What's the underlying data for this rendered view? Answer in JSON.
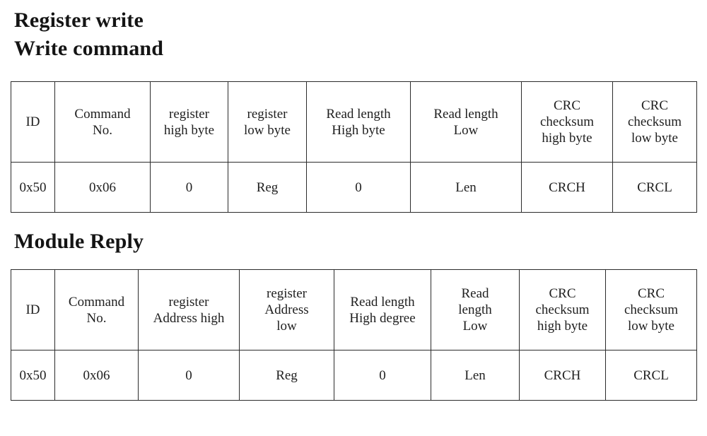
{
  "document": {
    "headings": {
      "register_write": "Register write",
      "write_command": "Write command",
      "module_reply": "Module Reply"
    },
    "colors": {
      "text": "#1a1a1a",
      "border": "#2b2b2b",
      "background": "#ffffff"
    }
  },
  "tables": {
    "write_command": {
      "title": "Write command",
      "columns": [
        {
          "key": "id",
          "header": "ID"
        },
        {
          "key": "command",
          "header": "Command\nNo."
        },
        {
          "key": "reg_high",
          "header": "register\nhigh byte"
        },
        {
          "key": "reg_low",
          "header": "register\nlow byte"
        },
        {
          "key": "len_high",
          "header": "Read length\nHigh byte"
        },
        {
          "key": "len_low",
          "header": "Read length\nLow"
        },
        {
          "key": "crc_high",
          "header": "CRC\nchecksum\nhigh byte"
        },
        {
          "key": "crc_low",
          "header": "CRC\nchecksum\nlow byte"
        }
      ],
      "rows": [
        {
          "id": "0x50",
          "command": "0x06",
          "reg_high": "0",
          "reg_low": "Reg",
          "len_high": "0",
          "len_low": "Len",
          "crc_high": "CRCH",
          "crc_low": "CRCL"
        }
      ]
    },
    "module_reply": {
      "title": "Module Reply",
      "columns": [
        {
          "key": "id",
          "header": "ID"
        },
        {
          "key": "command",
          "header": "Command\nNo."
        },
        {
          "key": "reg_high",
          "header": "register\nAddress high"
        },
        {
          "key": "reg_low",
          "header": "register\nAddress\nlow"
        },
        {
          "key": "len_high",
          "header": "Read length\nHigh degree"
        },
        {
          "key": "len_low",
          "header": "Read\nlength\nLow"
        },
        {
          "key": "crc_high",
          "header": "CRC\nchecksum\nhigh byte"
        },
        {
          "key": "crc_low",
          "header": "CRC\nchecksum\nlow byte"
        }
      ],
      "rows": [
        {
          "id": "0x50",
          "command": "0x06",
          "reg_high": "0",
          "reg_low": "Reg",
          "len_high": "0",
          "len_low": "Len",
          "crc_high": "CRCH",
          "crc_low": "CRCL"
        }
      ]
    }
  }
}
